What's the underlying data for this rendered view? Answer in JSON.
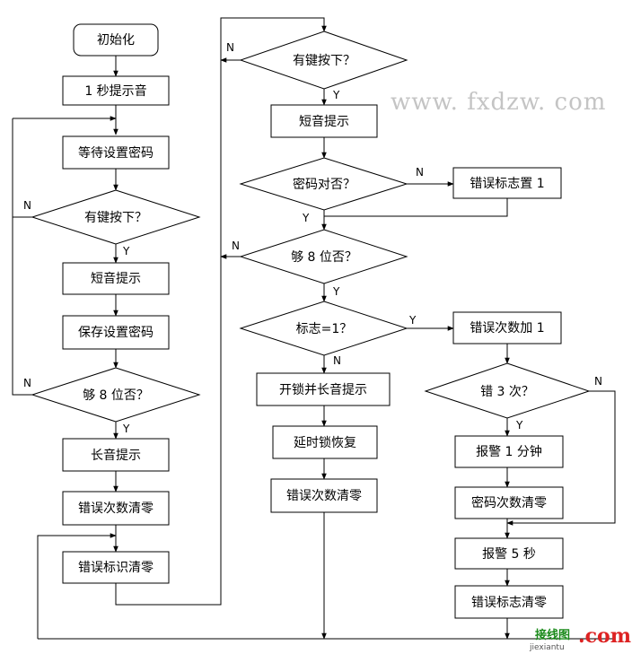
{
  "nodes": {
    "init": "初始化",
    "beep1s": "1 秒提示音",
    "wait_set_pw": "等待设置密码",
    "key_q1": "有键按下？",
    "short_tone1": "短音提示",
    "save_pw": "保存设置密码",
    "eight_q1": "够 8 位否？",
    "long_tone": "长音提示",
    "clear_err_count1": "错误次数清零",
    "clear_err_id": "错误标识清零",
    "key_q2": "有键按下？",
    "short_tone2": "短音提示",
    "pw_ok_q": "密码对否？",
    "set_err_flag": "错误标志置 1",
    "eight_q2": "够 8 位否？",
    "flag_q": "标志=1？",
    "err_count_add": "错误次数加 1",
    "unlock_long": "开锁并长音提示",
    "err_3_q": "错 3 次？",
    "delay_restore": "延时锁恢复",
    "alarm_1min": "报警 1 分钟",
    "clear_err_count2": "错误次数清零",
    "pw_count_clear": "密码次数清零",
    "alarm_5s": "报警 5 秒",
    "clear_err_flag": "错误标志清零"
  },
  "labels": {
    "yes": "Y",
    "no": "N"
  },
  "watermark": "www. fxdzw. com",
  "logo": {
    "cn": "接线图",
    "dot": ".com",
    "en": "jiexiantu"
  }
}
